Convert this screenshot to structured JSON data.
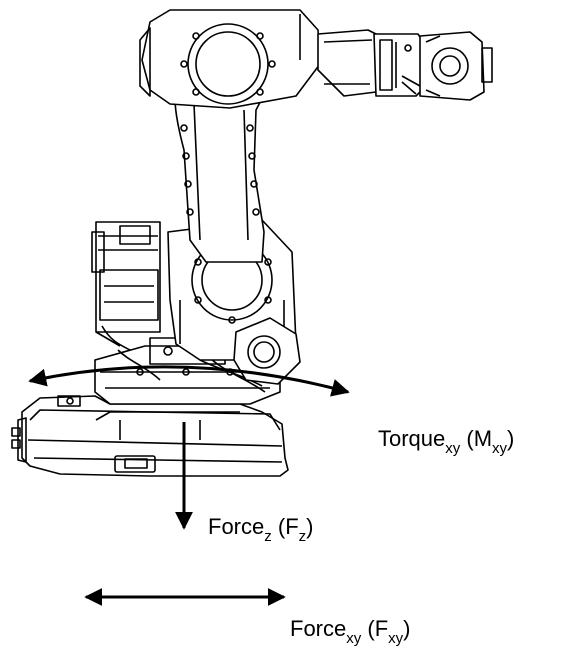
{
  "labels": {
    "torque": {
      "main": "Torque",
      "sub": "xy",
      "paren_open": " (M",
      "paren_sub": "xy",
      "paren_close": ")"
    },
    "force_z": {
      "main": "Force",
      "sub": "z",
      "paren_open": " (F",
      "paren_sub": "z",
      "paren_close": ")"
    },
    "force_xy": {
      "main": "Force",
      "sub": "xy",
      "paren_open": " (F",
      "paren_sub": "xy",
      "paren_close": ")"
    }
  },
  "colors": {
    "line": "#000000",
    "background": "#ffffff"
  }
}
